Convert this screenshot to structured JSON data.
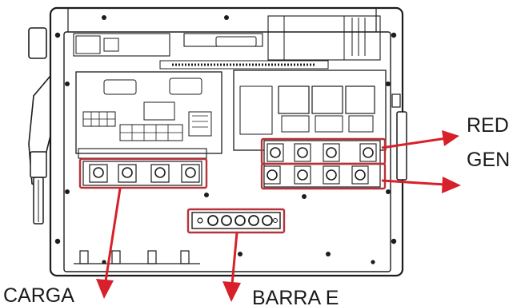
{
  "labels": {
    "red": "RED",
    "gen": "GEN",
    "carga": "CARGA",
    "barra_e": "BARRA E"
  },
  "colors": {
    "highlight": "#b8323a",
    "arrow": "#d8202a",
    "line": "#1c1c1c",
    "background": "#ffffff"
  }
}
